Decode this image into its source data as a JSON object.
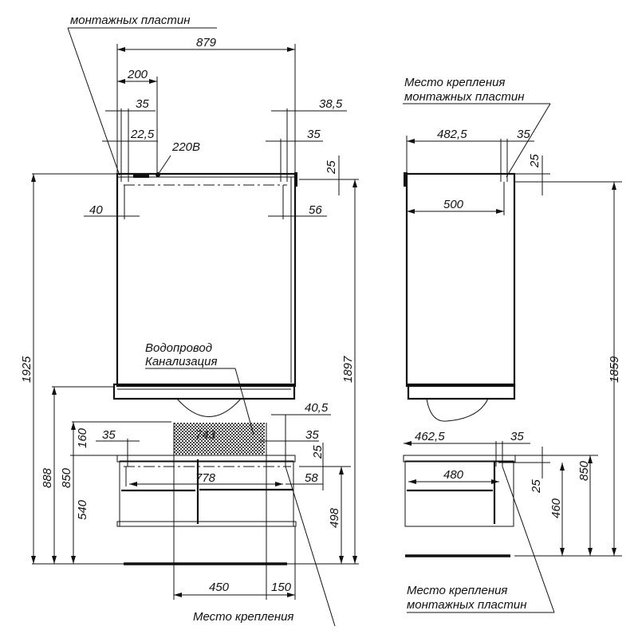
{
  "labels": {
    "mount_plates_top": "монтажных пластин",
    "mount_place_right": "Место крепления",
    "mount_plates_right": "монтажных пластин",
    "mount_place_bottom": "Место крепления",
    "mount_place_bottom_right": "Место крепления",
    "mount_plates_bottom_right": "монтажных пластин",
    "water_supply": "Водопровод",
    "sewer": "Канализация",
    "power": "220В"
  },
  "dims_front": {
    "width": "879",
    "d200": "200",
    "d35a": "35",
    "d22_5": "22,5",
    "d38_5": "38,5",
    "d35b": "35",
    "d25": "25",
    "d40": "40",
    "d56": "56",
    "h1925": "1925",
    "h1897": "1897",
    "h888": "888",
    "h850": "850",
    "h540": "540",
    "h160": "160",
    "d35c": "35",
    "w743": "743",
    "d40_5": "40,5",
    "d35d": "35",
    "d25b": "25",
    "w778": "778",
    "d58": "58",
    "h498": "498",
    "d450": "450",
    "d150": "150"
  },
  "dims_side": {
    "d482_5": "482,5",
    "d35": "35",
    "d25": "25",
    "d500": "500",
    "h1859": "1859",
    "d462_5": "462,5",
    "d35b": "35",
    "d480": "480",
    "h850": "850",
    "d25b": "25",
    "h460": "460"
  }
}
